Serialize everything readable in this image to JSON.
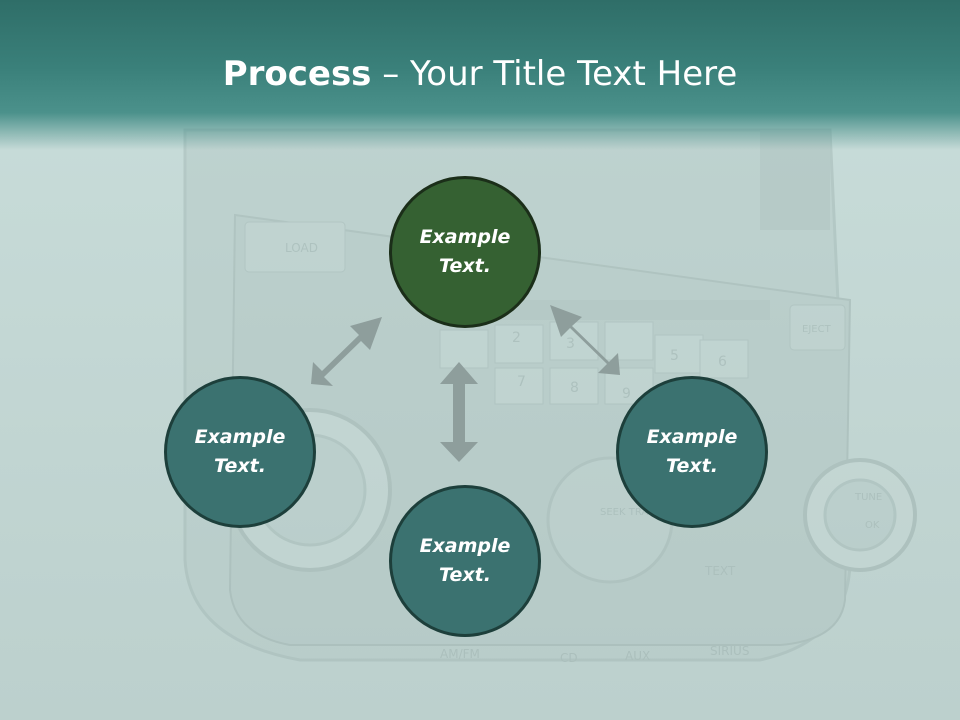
{
  "title": {
    "bold": "Process",
    "rest": " – Your Title Text Here"
  },
  "background_labels": {
    "load": "LOAD",
    "eject": "EJECT",
    "seek_track": "SEEK TRACK",
    "tune": "TUNE",
    "ok": "OK",
    "text": "TEXT",
    "am_fm": "AM/FM",
    "cd": "CD",
    "aux": "AUX",
    "sirius": "SIRIUS",
    "keys": [
      "2",
      "3",
      "5",
      "6",
      "7",
      "8",
      "9"
    ]
  },
  "nodes": [
    {
      "id": "top",
      "label": "Example Text.",
      "color": "#356132"
    },
    {
      "id": "left",
      "label": "Example Text.",
      "color": "#3b7270"
    },
    {
      "id": "right",
      "label": "Example Text.",
      "color": "#3b7270"
    },
    {
      "id": "bottom",
      "label": "Example Text.",
      "color": "#3b7270"
    }
  ],
  "colors": {
    "header": "#3a807a",
    "arrow": "#8e9e9c",
    "node_teal": "#3b7270",
    "node_green": "#356132"
  }
}
